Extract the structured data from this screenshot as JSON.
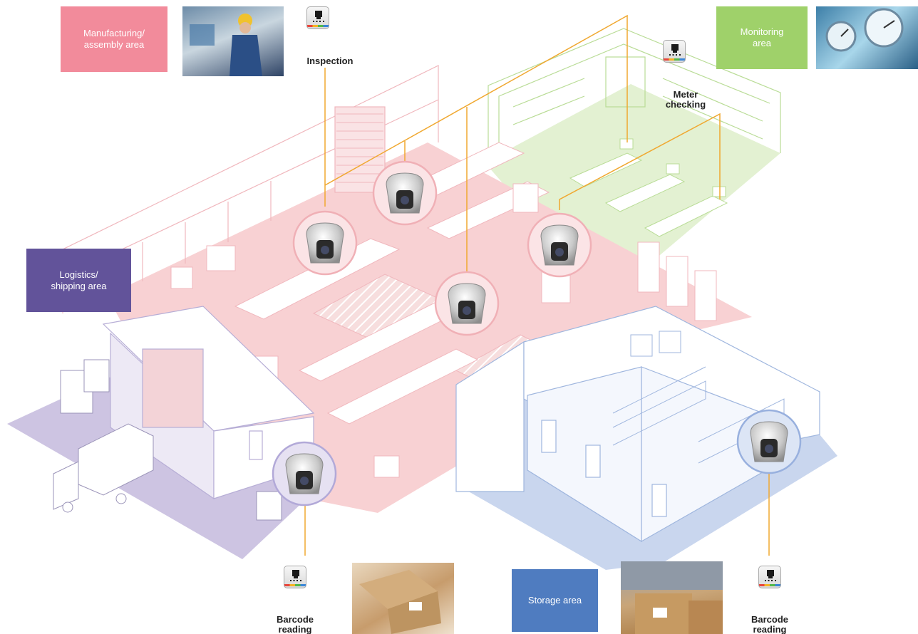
{
  "areas": {
    "manufacturing": "Manufacturing/\nassembly area",
    "monitoring": "Monitoring\narea",
    "logistics": "Logistics/\nshipping area",
    "storage": "Storage area"
  },
  "applications": {
    "inspection": "Inspection",
    "meter": "Meter\nchecking",
    "barcode_1": "Barcode\nreading",
    "barcode_2": "Barcode\nreading"
  },
  "colors": {
    "manufacturing": "#f28b9b",
    "monitoring": "#9fd16a",
    "logistics": "#62539a",
    "storage": "#4f7cc0",
    "connector": "#f0a830"
  },
  "icons": {
    "application": "monitor-icon",
    "camera": "ptz-camera-icon"
  }
}
